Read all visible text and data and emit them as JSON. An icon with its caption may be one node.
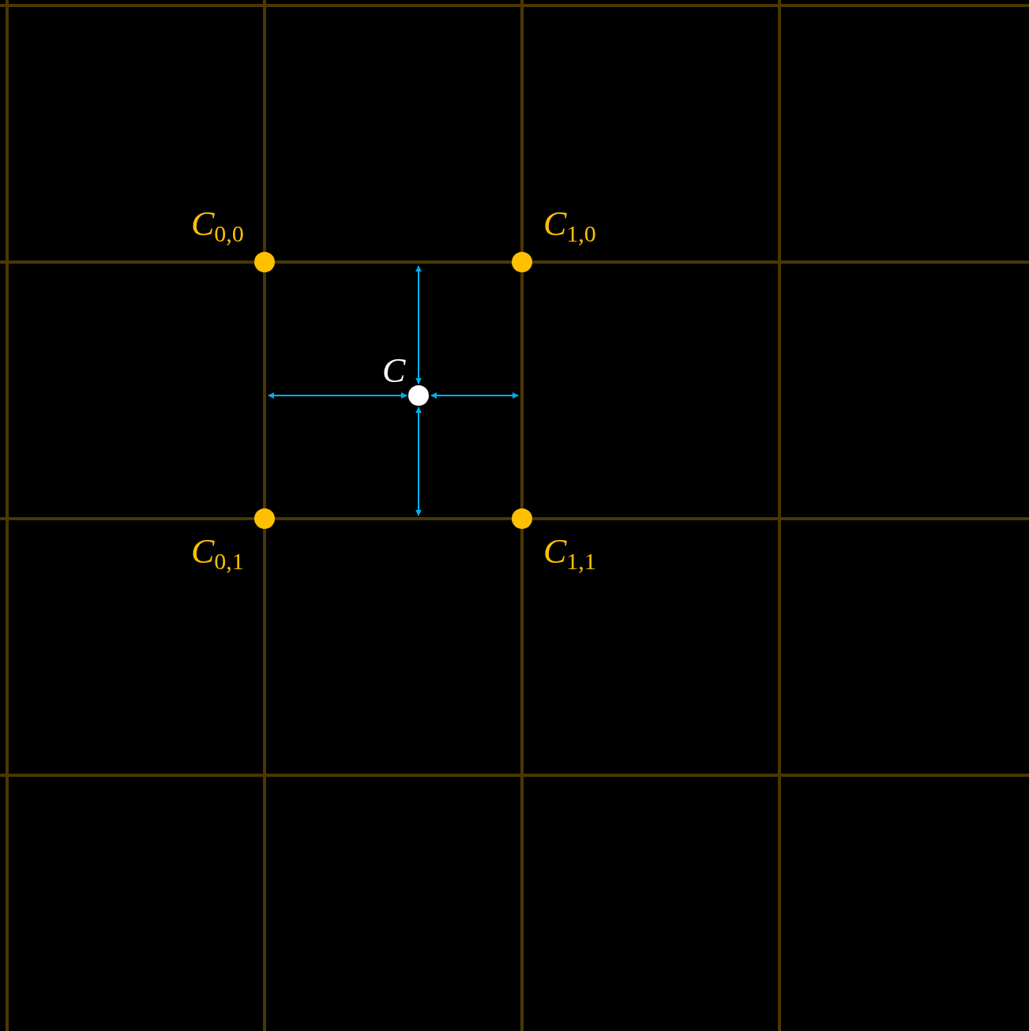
{
  "diagram": {
    "nodes": [
      {
        "text": [],
        "shape": "circle",
        "beside": [
          "*C*$_{0,0}$"
        ]
      },
      {
        "text": [],
        "shape": "circle",
        "beside": [
          "*C*$_{1,0}$"
        ]
      },
      {
        "text": [],
        "shape": "circle",
        "beside": [
          "*C*"
        ]
      },
      {
        "text": [],
        "shape": "circle",
        "beside": [
          "*C*$_{0,1}$"
        ]
      },
      {
        "text": [],
        "shape": "circle",
        "beside": [
          "*C*$_{1,1}$"
        ]
      }
    ]
  }
}
